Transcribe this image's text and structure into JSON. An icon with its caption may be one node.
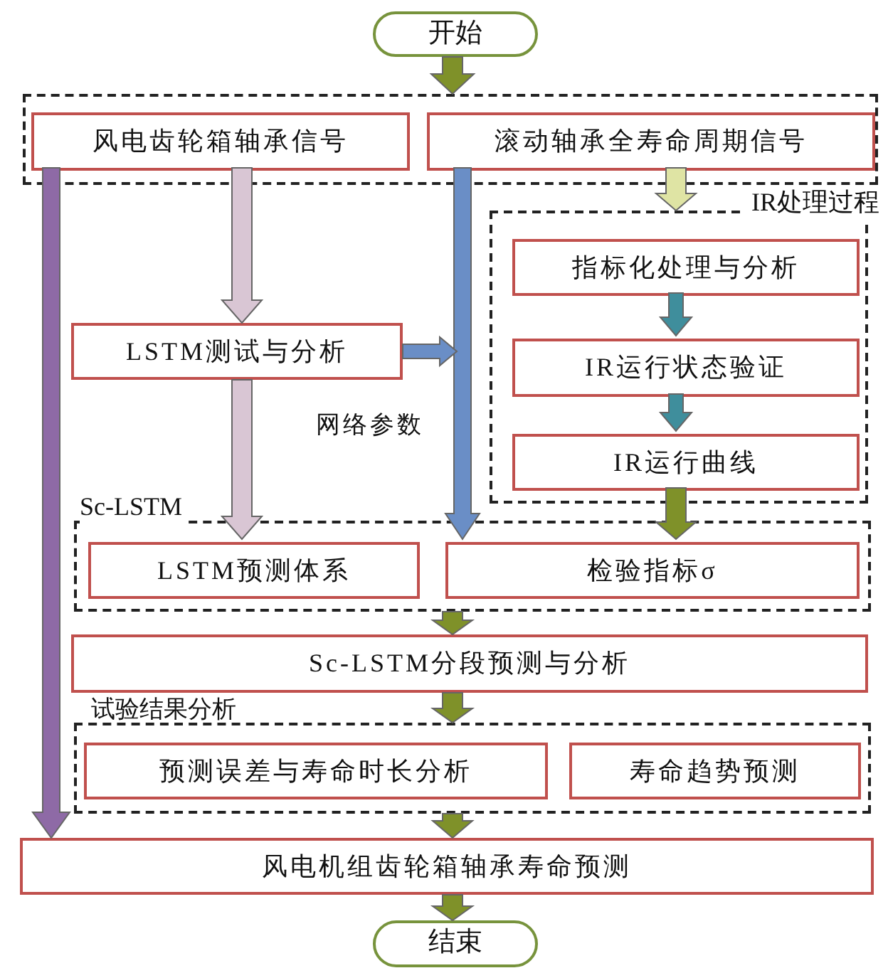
{
  "diagram": {
    "nodes": [
      {
        "text": [
          "开始"
        ]
      },
      {
        "text": [],
        "shape": "box"
      },
      {
        "text": [
          "风电齿轮箱轴承信号"
        ],
        "in": 1
      },
      {
        "text": [
          "滚动轴承全寿命周期信号"
        ],
        "in": 1
      },
      {
        "text": [
          "IR处理过程"
        ]
      },
      {
        "text": [
          "指标化处理与分析"
        ],
        "in": 4
      },
      {
        "text": [
          "IR运行状态验证"
        ],
        "in": 4
      },
      {
        "text": [
          "IR运行曲线"
        ],
        "in": 4
      },
      {
        "text": [
          "LSTM测试与分析"
        ]
      },
      {
        "text": [
          "Sc-LSTM"
        ]
      },
      {
        "text": [
          "LSTM预测体系"
        ],
        "in": 9
      },
      {
        "text": [
          "检验指标σ"
        ],
        "in": 9
      },
      {
        "text": [
          "Sc-LSTM分段预测与分析"
        ]
      },
      {
        "text": [
          "试验结果分析"
        ]
      },
      {
        "text": [
          "预测误差与寿命时长分析"
        ],
        "in": 13
      },
      {
        "text": [
          "寿命趋势预测"
        ],
        "in": 13
      },
      {
        "text": [
          "风电机组齿轮箱轴承寿命预测"
        ]
      },
      {
        "text": [
          "结束"
        ]
      }
    ],
    "edges": [
      {
        "from": 0,
        "to": 1,
        "arrow": "to"
      },
      {
        "from": 2,
        "to": 8,
        "arrow": "to",
        "color": "#d9c6d4"
      },
      {
        "from": 2,
        "to": 16,
        "arrow": "to",
        "color": "#8e6aa6"
      },
      {
        "from": 3,
        "to": 11,
        "arrow": "to",
        "color": "#6a8ec6"
      },
      {
        "from": 8,
        "to": 10,
        "arrow": "to",
        "color": "#d9c6d4"
      },
      {
        "from": 8,
        "to": null,
        "arrow": "to",
        "color": "#6a8ec6"
      },
      {
        "from": 3,
        "to": 4,
        "arrow": "to",
        "color": "#dfe4a4"
      },
      {
        "from": 5,
        "to": 6,
        "arrow": "to",
        "color": "#3f8e9c"
      },
      {
        "from": 6,
        "to": 7,
        "arrow": "to",
        "color": "#3f8e9c"
      },
      {
        "from": 7,
        "to": 11,
        "arrow": "to"
      },
      {
        "from": 9,
        "to": 12,
        "arrow": "to"
      },
      {
        "from": 12,
        "to": 13,
        "arrow": "to"
      },
      {
        "from": 13,
        "to": 16,
        "arrow": "to"
      },
      {
        "from": 16,
        "to": 17,
        "arrow": "to"
      }
    ],
    "labels": [
      "网络参数"
    ]
  }
}
